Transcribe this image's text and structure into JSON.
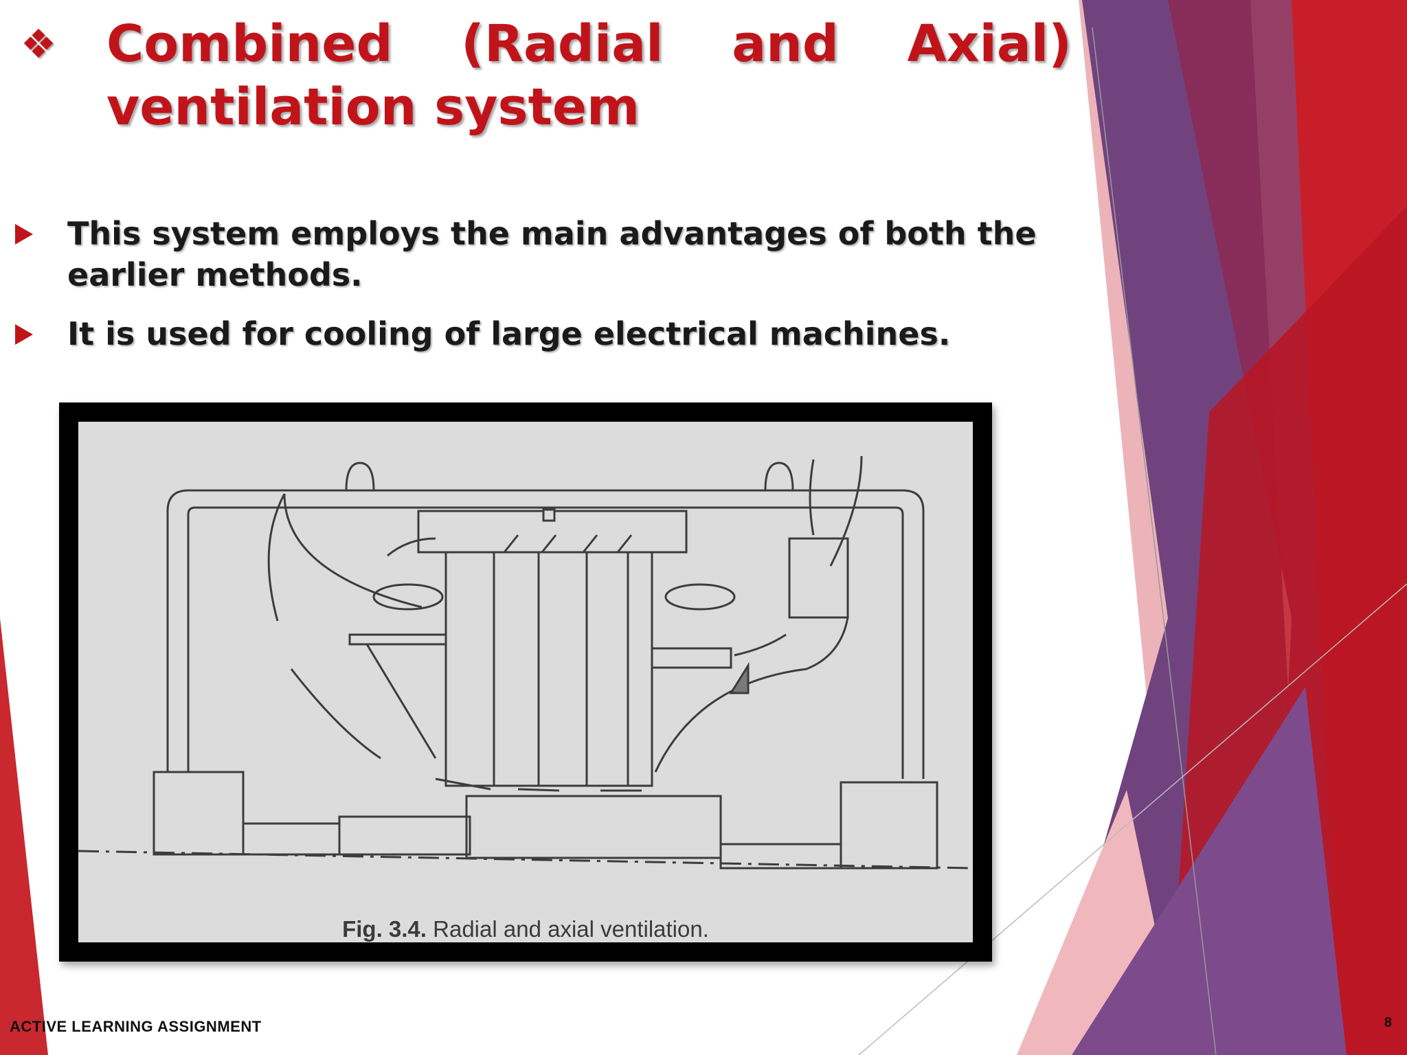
{
  "slide": {
    "title_bullet": "❖",
    "title": "Combined (Radial and Axial) ventilation system",
    "bullets": [
      "This system employs the main advantages of both the earlier methods.",
      "It is used for cooling of large electrical machines."
    ],
    "figure": {
      "caption_label": "Fig. 3.4.",
      "caption_text": "Radial and axial ventilation."
    },
    "footer": "ACTIVE LEARNING ASSIGNMENT",
    "page_number": "8"
  },
  "colors": {
    "title_red": "#c0141a",
    "text_dark": "#1a1a1a",
    "deco_purple": "#6b3a78",
    "deco_red": "#c0141a",
    "deco_pink": "#e8a0a8"
  },
  "icons": [
    "diamond-bullet-icon",
    "triangle-bullet-icon"
  ]
}
